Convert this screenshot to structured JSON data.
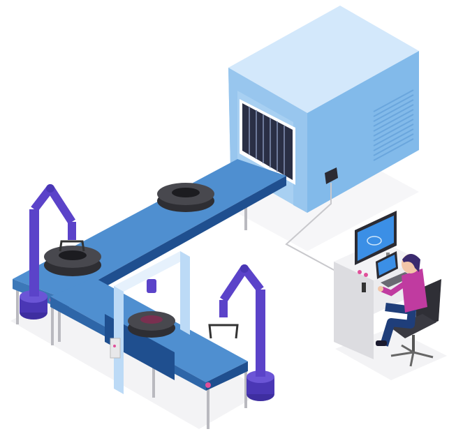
{
  "scene": {
    "colors": {
      "machine_top": "#cfe6fa",
      "machine_left": "#a9d1f2",
      "machine_right": "#7fb8ea",
      "belt_top": "#4f8fd0",
      "belt_side": "#1f4f8f",
      "robot_arm": "#5b43c9",
      "tire": "#3a3a3e",
      "console": "#e8e8ea",
      "monitor_screen": "#3b8fe6",
      "operator_shirt": "#c03ba0",
      "operator_pants": "#1f3e7a",
      "floor_shadow": "#f1f1f3"
    },
    "icons": [
      "industrial-oven-machine",
      "conveyor-belt",
      "robot-arm",
      "tire",
      "control-console",
      "monitor",
      "operator",
      "office-chair",
      "sensor-box"
    ]
  }
}
